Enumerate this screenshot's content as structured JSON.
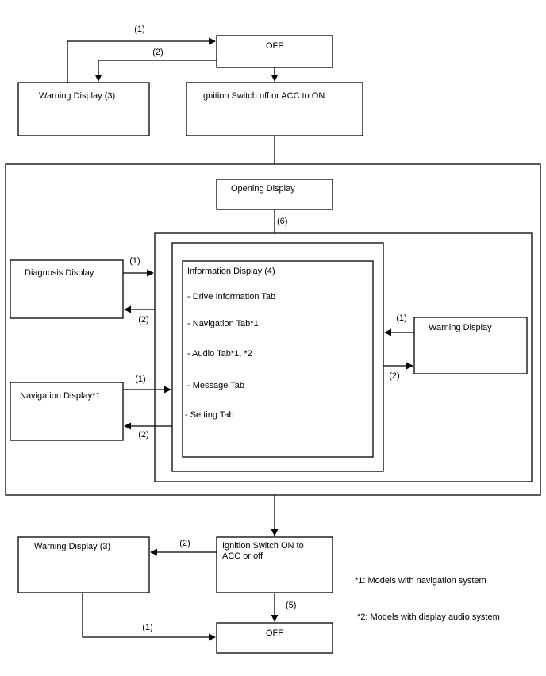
{
  "nodes": {
    "off_top": "OFF",
    "warning_top": "Warning Display (3)",
    "ign_on": "Ignition Switch off or ACC to ON",
    "opening": "Opening Display",
    "diagnosis": "Diagnosis Display",
    "navigation": "Navigation Display*1",
    "info_title": "Information Display (4)",
    "info_items": [
      "- Drive Information Tab",
      "- Navigation Tab*1",
      "- Audio Tab*1, *2",
      "- Message Tab",
      "- Setting Tab"
    ],
    "warning_right": "Warning Display",
    "ign_off_line1": "Ignition Switch ON to",
    "ign_off_line2": "ACC or off",
    "warning_bottom": "Warning Display (3)",
    "off_bottom": "OFF"
  },
  "labels": {
    "top_1": "(1)",
    "top_2": "(2)",
    "six": "(6)",
    "diag_1": "(1)",
    "diag_2": "(2)",
    "nav_1": "(1)",
    "nav_2": "(2)",
    "warn_1": "(1)",
    "warn_2": "(2)",
    "bottom_2": "(2)",
    "five": "(5)",
    "bottom_1": "(1)"
  },
  "notes": {
    "note1": "*1: Models with navigation system",
    "note2": "*2: Models with display audio system"
  }
}
